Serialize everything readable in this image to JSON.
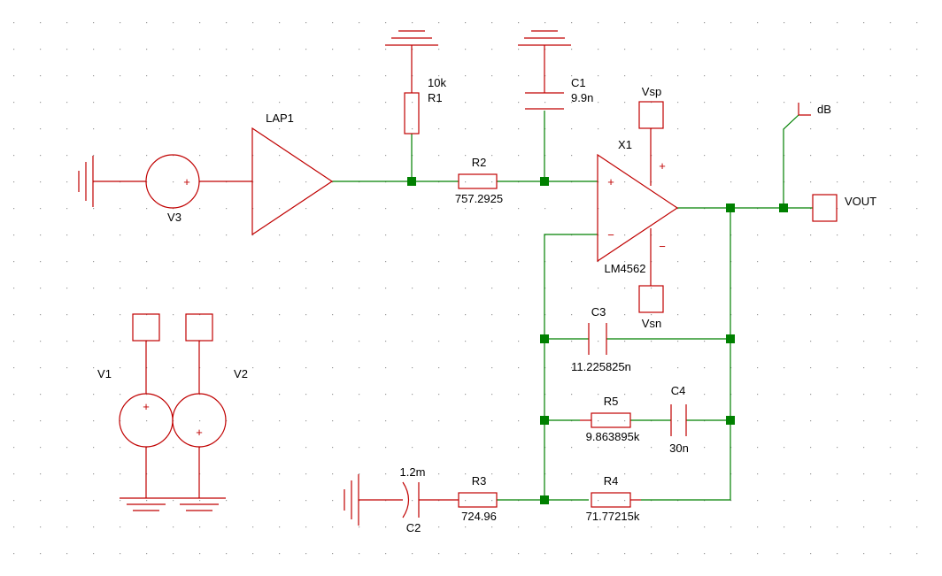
{
  "colors": {
    "symbol": "#c00000",
    "wire": "#008000",
    "grid_dot": "#9a9a9a",
    "background": "#ffffff"
  },
  "components": {
    "R1": {
      "ref": "R1",
      "value": "10k"
    },
    "R2": {
      "ref": "R2",
      "value": "757.2925"
    },
    "C1": {
      "ref": "C1",
      "value": "9.9n"
    },
    "LAP1": {
      "ref": "LAP1"
    },
    "V3": {
      "ref": "V3"
    },
    "X1": {
      "ref": "X1",
      "model": "LM4562"
    },
    "Vsp": {
      "label": "Vsp"
    },
    "Vsn": {
      "label": "Vsn"
    },
    "VOUT": {
      "label": "VOUT"
    },
    "dB": {
      "label": "dB"
    },
    "C3": {
      "ref": "C3",
      "value": "11.225825n"
    },
    "R5": {
      "ref": "R5",
      "value": "9.863895k"
    },
    "C4": {
      "ref": "C4",
      "value": "30n"
    },
    "R3": {
      "ref": "R3",
      "value": "724.96"
    },
    "R4": {
      "ref": "R4",
      "value": "71.77215k"
    },
    "C2": {
      "ref": "C2",
      "value": "1.2m"
    },
    "V1": {
      "ref": "V1"
    },
    "V2": {
      "ref": "V2"
    }
  },
  "pin_marks": {
    "plus": "+",
    "minus": "−"
  }
}
